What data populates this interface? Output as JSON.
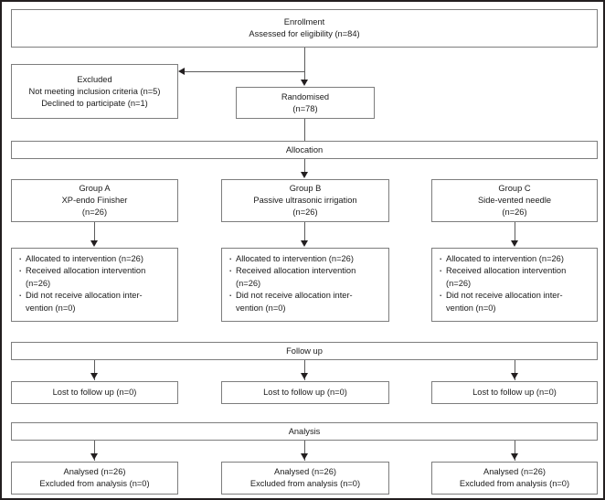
{
  "diagram": {
    "title": "CONSORT participant flow diagram",
    "stroke_color": "#7d7d7d",
    "frame_color": "#231f20",
    "text_color": "#1a1a1a"
  },
  "enrollment": {
    "stage_label": "Enrollment",
    "assessed": "Assessed for eligibility (n=84)"
  },
  "excluded": {
    "title": "Excluded",
    "reason_1": "Not meeting inclusion criteria (n=5)",
    "reason_2": "Declined to participate (n=1)"
  },
  "randomised": {
    "label": "Randomised",
    "count": "(n=78)"
  },
  "allocation": {
    "stage_label": "Allocation",
    "groups": [
      {
        "name": "Group A",
        "intervention": "XP-endo Finisher",
        "count": "(n=26)",
        "details": [
          "Allocated to intervention (n=26)",
          "Received allocation intervention (n=26)",
          "Did not receive allocation inter-vention (n=0)"
        ],
        "details_lines": [
          [
            "Allocated to intervention (n=26)"
          ],
          [
            "Received allocation intervention",
            "(n=26)"
          ],
          [
            "Did not receive allocation inter-",
            "vention (n=0)"
          ]
        ]
      },
      {
        "name": "Group B",
        "intervention": "Passive ultrasonic irrigation",
        "count": "(n=26)",
        "details": [
          "Allocated to intervention (n=26)",
          "Received allocation intervention (n=26)",
          "Did not receive allocation inter-vention (n=0)"
        ],
        "details_lines": [
          [
            "Allocated to intervention (n=26)"
          ],
          [
            "Received allocation intervention",
            "(n=26)"
          ],
          [
            "Did not receive allocation inter-",
            "vention (n=0)"
          ]
        ]
      },
      {
        "name": "Group C",
        "intervention": "Side-vented needle",
        "count": "(n=26)",
        "details": [
          "Allocated to intervention (n=26)",
          "Received allocation intervention (n=26)",
          "Did not receive allocation inter-vention (n=0)"
        ],
        "details_lines": [
          [
            "Allocated to intervention (n=26)"
          ],
          [
            "Received allocation intervention",
            "(n=26)"
          ],
          [
            "Did not receive allocation inter-",
            "vention (n=0)"
          ]
        ]
      }
    ]
  },
  "followup": {
    "stage_label": "Follow up",
    "columns": [
      {
        "lost": "Lost to follow up (n=0)"
      },
      {
        "lost": "Lost to follow up (n=0)"
      },
      {
        "lost": "Lost to follow up (n=0)"
      }
    ]
  },
  "analysis": {
    "stage_label": "Analysis",
    "columns": [
      {
        "analysed": "Analysed (n=26)",
        "excluded": "Excluded from analysis (n=0)"
      },
      {
        "analysed": "Analysed (n=26)",
        "excluded": "Excluded from analysis (n=0)"
      },
      {
        "analysed": "Analysed (n=26)",
        "excluded": "Excluded from analysis (n=0)"
      }
    ]
  }
}
